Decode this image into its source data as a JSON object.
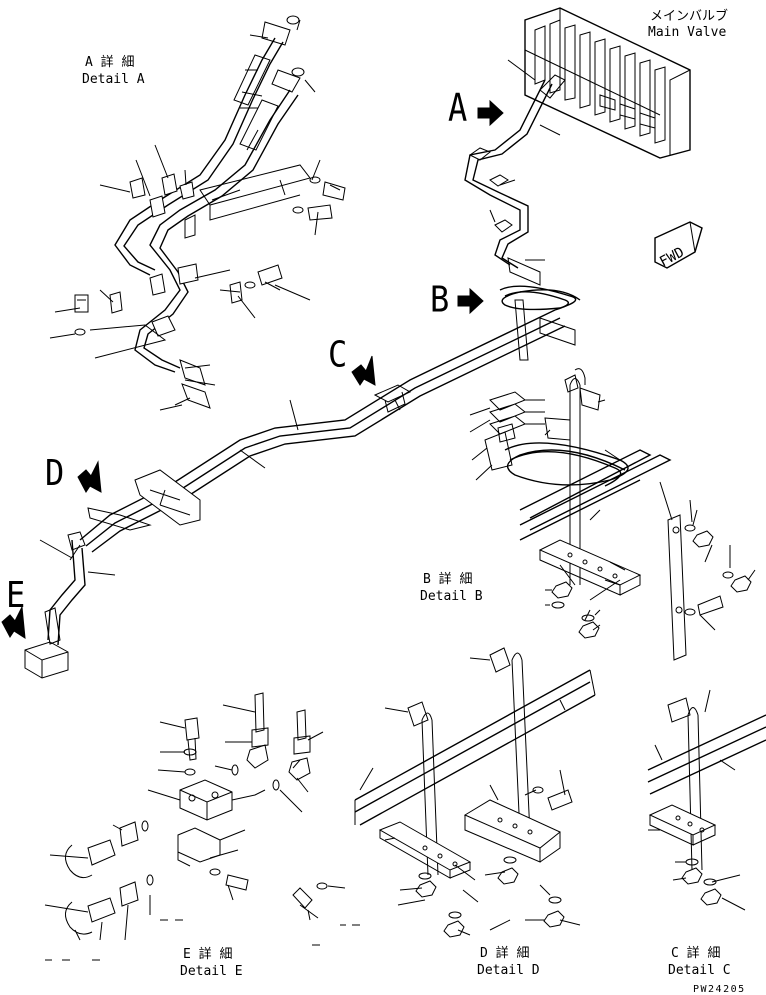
{
  "labels": {
    "main_valve_jp": "メインバルブ",
    "main_valve_en": "Main Valve",
    "detail_a_jp": "A 詳 細",
    "detail_a_en": "Detail A",
    "detail_b_jp": "B 詳 細",
    "detail_b_en": "Detail B",
    "detail_c_jp": "C 詳 細",
    "detail_c_en": "Detail C",
    "detail_d_jp": "D 詳 細",
    "detail_d_en": "Detail D",
    "detail_e_jp": "E 詳 細",
    "detail_e_en": "Detail E",
    "arrow_a": "A",
    "arrow_b": "B",
    "arrow_c": "C",
    "arrow_d": "D",
    "arrow_e": "E",
    "fwd": "FWD",
    "drawing_number": "PW24205"
  },
  "colors": {
    "line": "#000000",
    "background": "#ffffff"
  }
}
